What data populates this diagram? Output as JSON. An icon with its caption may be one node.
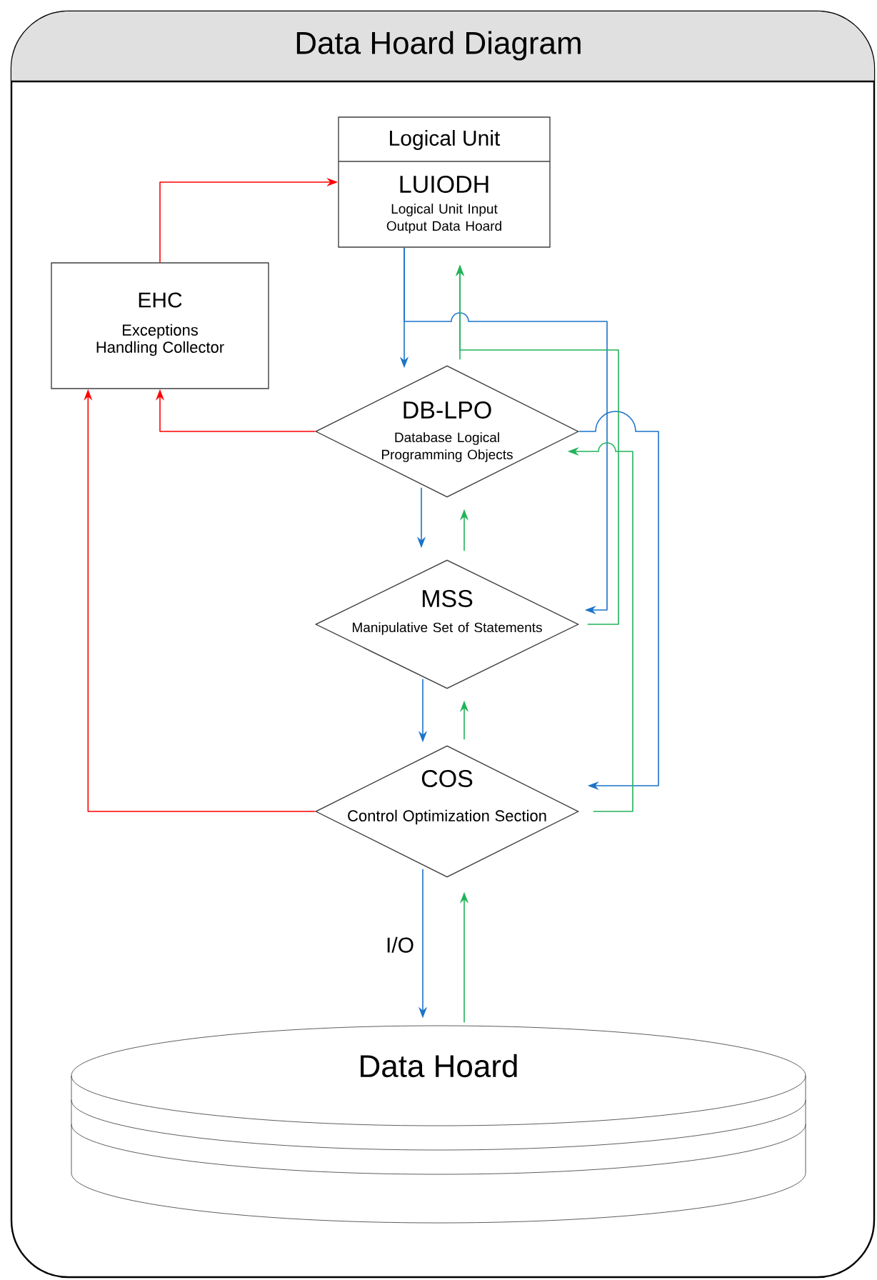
{
  "diagram": {
    "title": "Data Hoard Diagram",
    "nodes": [
      {
        "text": [
          "Logical Unit",
          "LUIODH",
          "Logical Unit Input Output Data Hoard"
        ]
      },
      {
        "text": [
          "EHC",
          "Exceptions Handling Collector"
        ]
      },
      {
        "text": [
          "DB-LPO",
          "Database Logical Programming Objects"
        ]
      },
      {
        "text": [
          "MSS",
          "Manipulative Set of Statements"
        ]
      },
      {
        "text": [
          "COS",
          "Control Optimization Section"
        ]
      },
      {
        "text": [
          "Data Hoard"
        ]
      }
    ],
    "edges": [
      {
        "from": 1,
        "to": 0,
        "arrow": "to",
        "color": "#ff0000"
      },
      {
        "from": 2,
        "to": 1,
        "arrow": "to",
        "color": "#ff0000"
      },
      {
        "from": 4,
        "to": 1,
        "arrow": "to",
        "color": "#ff0000"
      },
      {
        "from": 0,
        "to": 2,
        "arrow": "to",
        "color": "#1a73c9"
      },
      {
        "from": 0,
        "to": 3,
        "arrow": "to",
        "color": "#1a73c9"
      },
      {
        "from": 2,
        "to": 3,
        "arrow": "to",
        "color": "#1a73c9"
      },
      {
        "from": 2,
        "to": 4,
        "arrow": "to",
        "color": "#1a73c9"
      },
      {
        "from": 3,
        "to": 4,
        "arrow": "to",
        "color": "#1a73c9"
      },
      {
        "from": 4,
        "to": 5,
        "arrow": "to",
        "color": "#1a73c9",
        "label": "I/O"
      },
      {
        "from": 2,
        "to": 0,
        "arrow": "to",
        "color": "#22b35a"
      },
      {
        "from": 3,
        "to": 0,
        "arrow": "to",
        "color": "#22b35a"
      },
      {
        "from": 3,
        "to": 2,
        "arrow": "to",
        "color": "#22b35a"
      },
      {
        "from": 4,
        "to": 2,
        "arrow": "to",
        "color": "#22b35a"
      },
      {
        "from": 4,
        "to": 3,
        "arrow": "to",
        "color": "#22b35a"
      },
      {
        "from": 5,
        "to": 4,
        "arrow": "to",
        "color": "#22b35a"
      }
    ]
  }
}
